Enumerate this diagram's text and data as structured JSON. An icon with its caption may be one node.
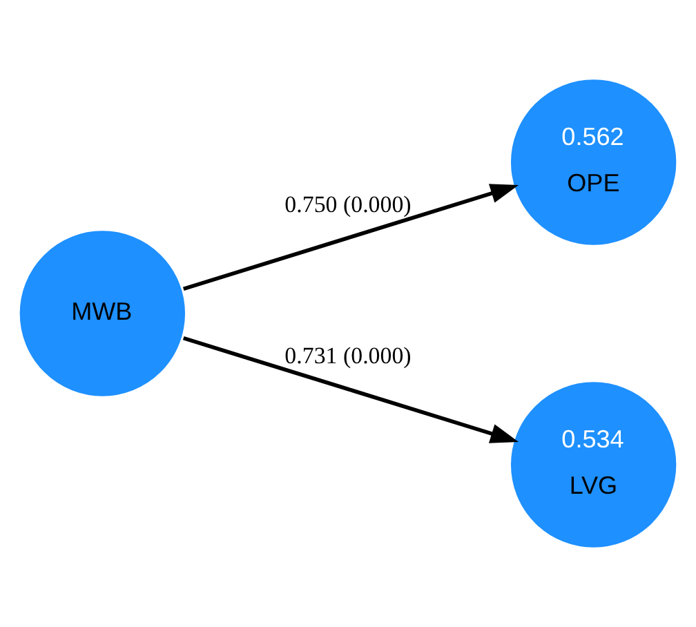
{
  "diagram": {
    "nodes": [
      {
        "text": [
          "MWB"
        ]
      },
      {
        "text": [
          "0.562",
          "OPE"
        ]
      },
      {
        "text": [
          "0.534",
          "LVG"
        ]
      }
    ],
    "edges": [
      {
        "from": 0,
        "to": 1,
        "arrow": "to",
        "label": "0.750 (0.000)"
      },
      {
        "from": 0,
        "to": 2,
        "arrow": "to",
        "label": "0.731 (0.000)"
      }
    ]
  }
}
